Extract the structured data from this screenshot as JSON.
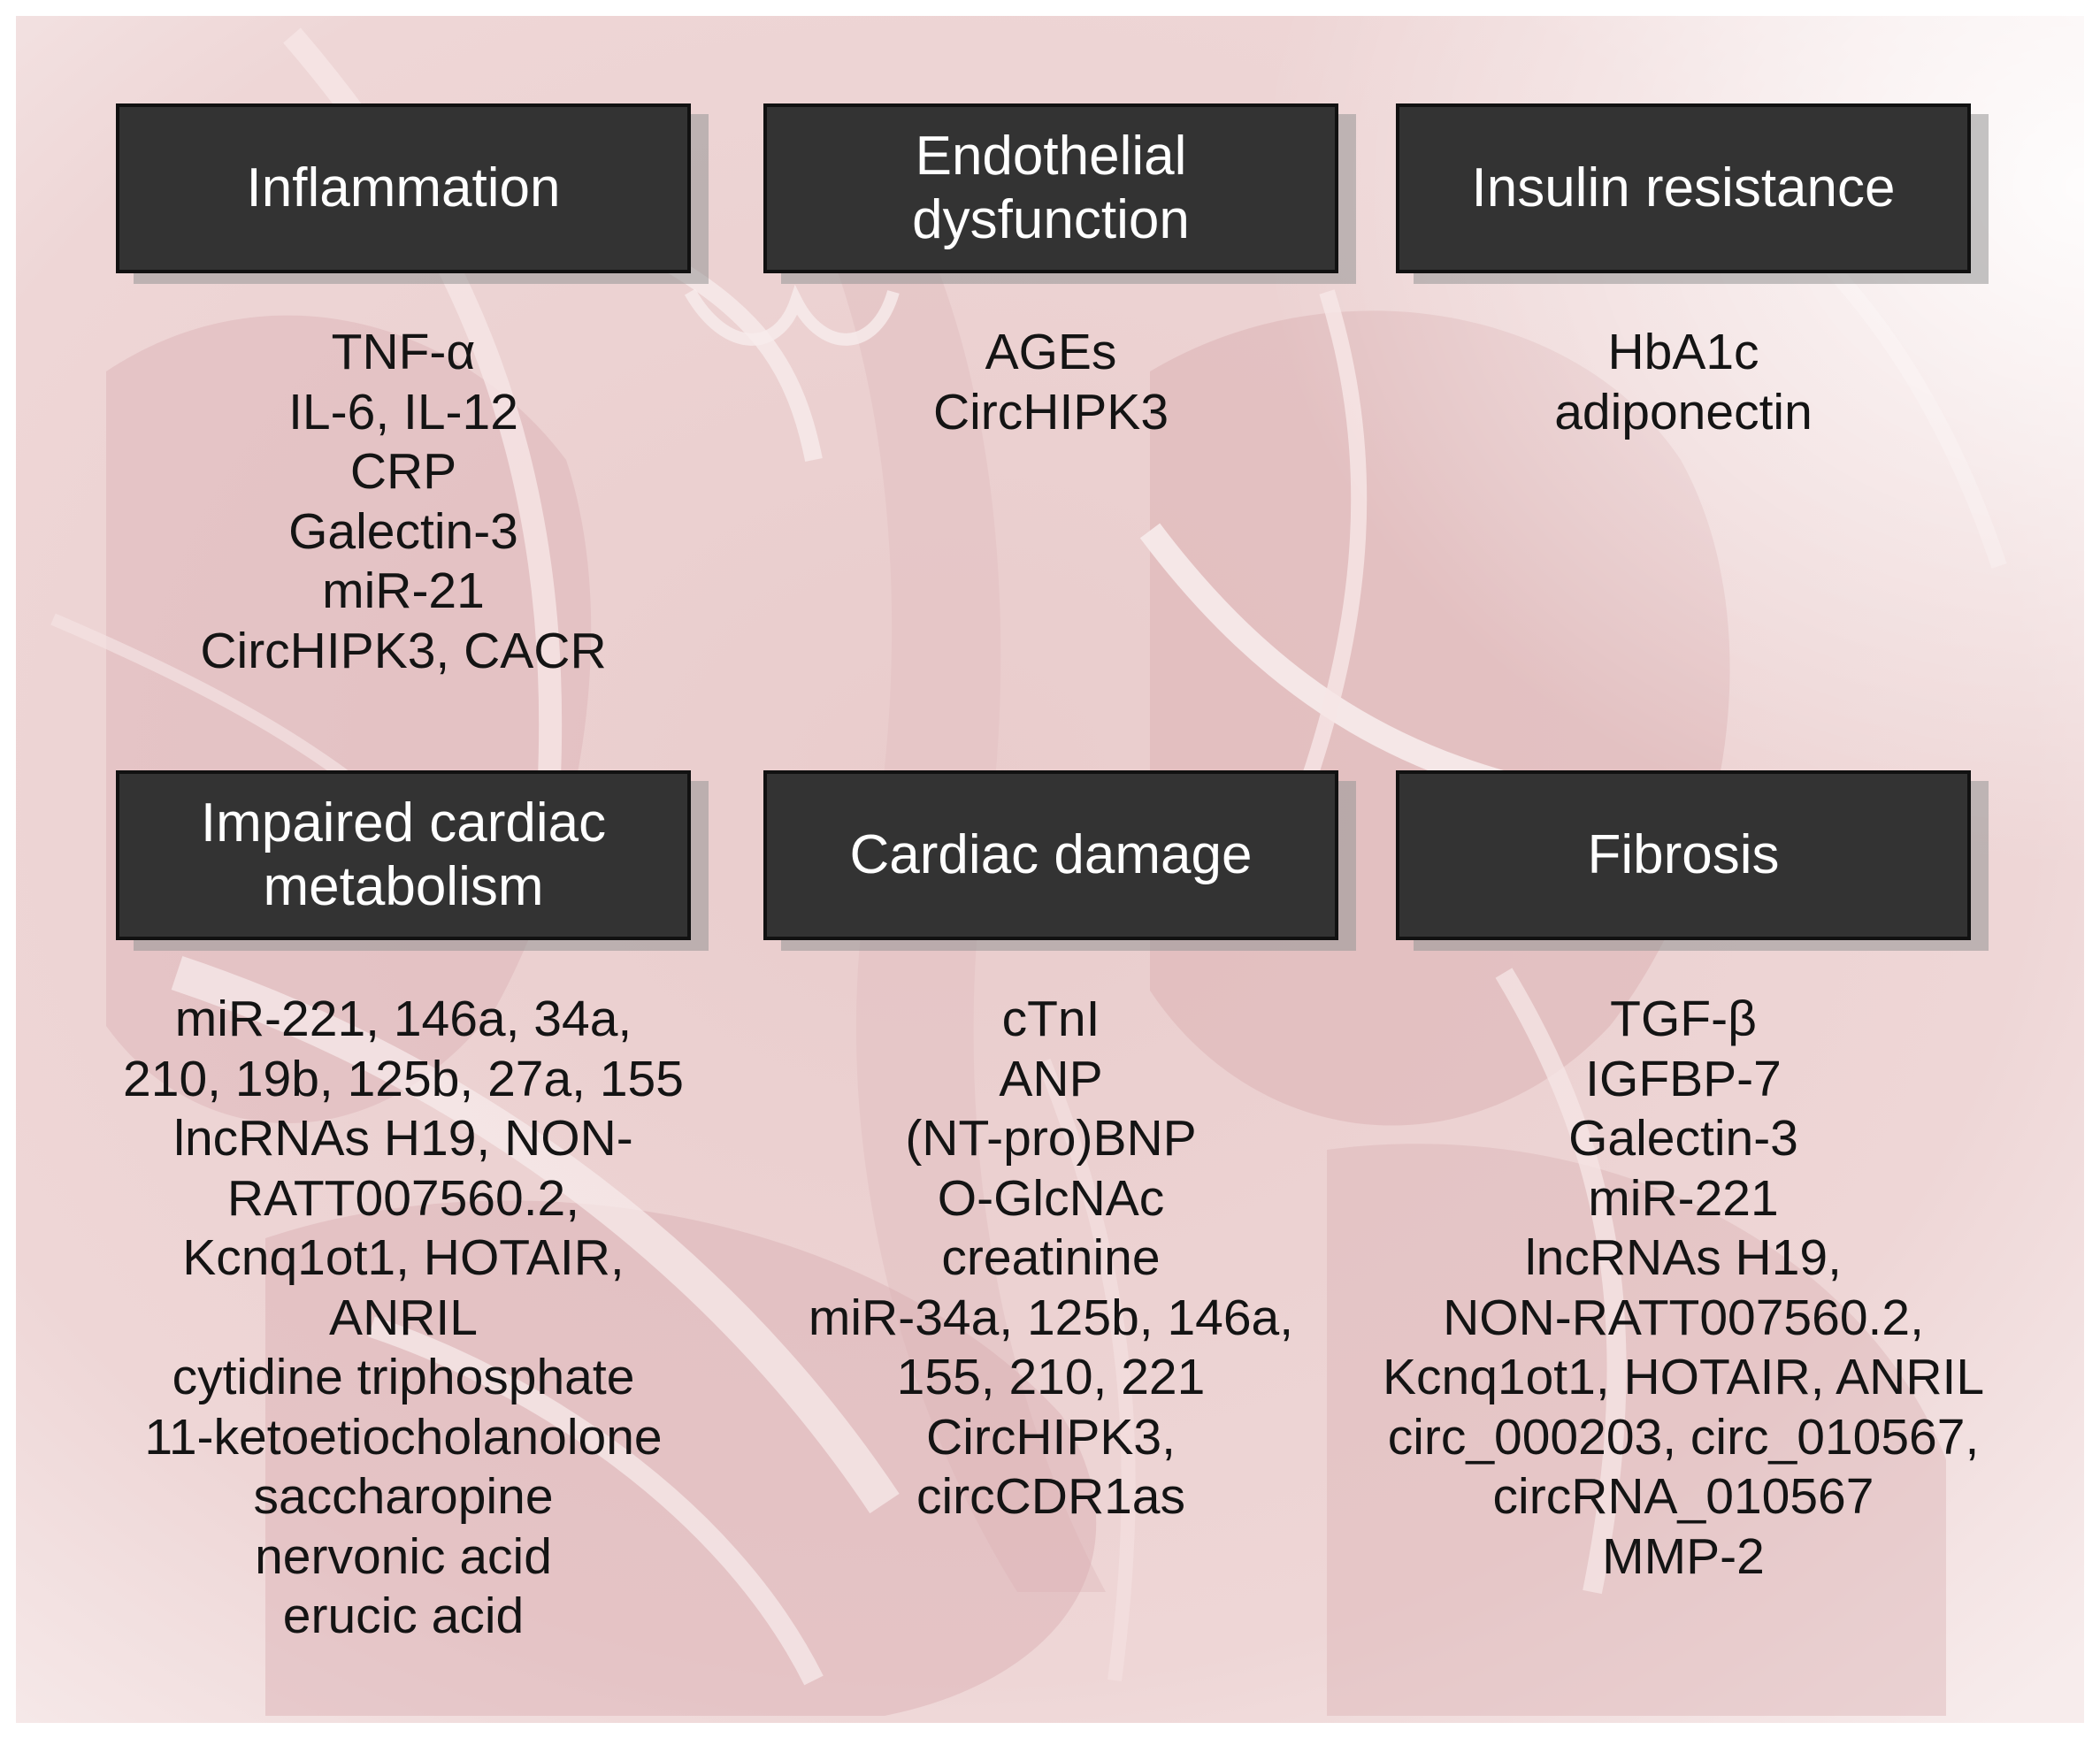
{
  "colors": {
    "background": "#ecd2d2",
    "box_fill": "#333333",
    "box_border": "#111111",
    "box_text": "#ffffff",
    "list_text": "#141414"
  },
  "panels": [
    {
      "title": "Inflammation",
      "items": [
        "TNF-α",
        "IL-6, IL-12",
        "CRP",
        "Galectin-3",
        "miR-21",
        "CircHIPK3, CACR"
      ]
    },
    {
      "title": "Endothelial dysfunction",
      "items": [
        "AGEs",
        "CircHIPK3"
      ]
    },
    {
      "title": "Insulin resistance",
      "items": [
        "HbA1c",
        "adiponectin"
      ]
    },
    {
      "title": "Impaired cardiac metabolism",
      "items": [
        "miR-221, 146a, 34a,",
        "210, 19b, 125b, 27a, 155",
        "lncRNAs H19, NON-",
        "RATT007560.2,",
        "Kcnq1ot1, HOTAIR,",
        "ANRIL",
        "cytidine triphosphate",
        "11-ketoetiocholanolone",
        "saccharopine",
        "nervonic acid",
        "erucic acid"
      ]
    },
    {
      "title": "Cardiac damage",
      "items": [
        "cTnI",
        "ANP",
        "(NT-pro)BNP",
        "O-GlcNAc",
        "creatinine",
        "miR-34a, 125b, 146a,",
        "155, 210, 221",
        "CircHIPK3,",
        "circCDR1as"
      ]
    },
    {
      "title": "Fibrosis",
      "items": [
        "TGF-β",
        "IGFBP-7",
        "Galectin-3",
        "miR-221",
        "lncRNAs H19,",
        "NON-RATT007560.2,",
        "Kcnq1ot1, HOTAIR, ANRIL",
        "circ_000203, circ_010567,",
        "circRNA_010567",
        "MMP-2"
      ]
    }
  ]
}
